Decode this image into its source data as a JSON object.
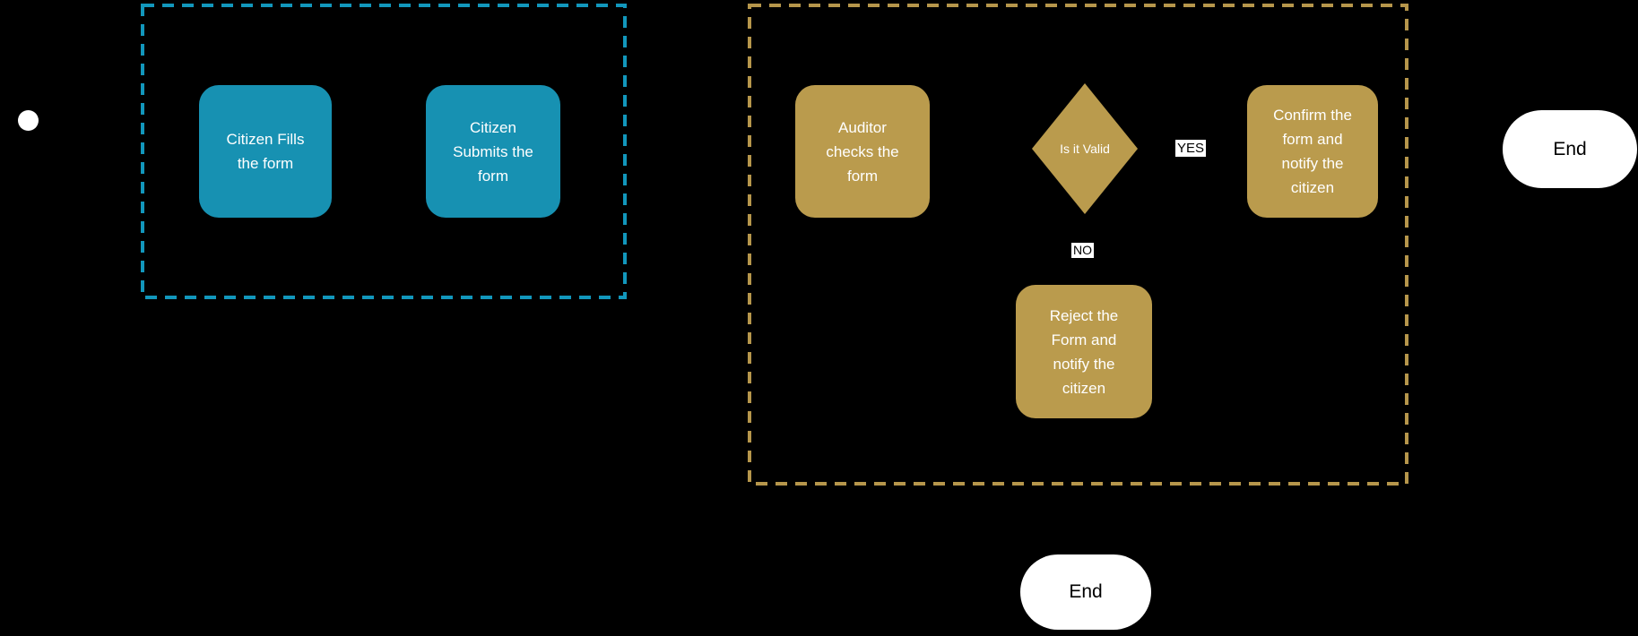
{
  "diagram": {
    "background": "#000000",
    "lanes": [
      {
        "id": "citizen-lane",
        "color": "#1297BC"
      },
      {
        "id": "auditor-lane",
        "color": "#B6964B"
      }
    ],
    "node_colors": {
      "citizen_task": "#1791B2",
      "auditor_task": "#BA9B4D",
      "event_fill": "#FFFFFF",
      "task_text": "#FFFFFF",
      "chip_bg": "#FFFFFF",
      "chip_text": "#000000"
    },
    "tasks": {
      "fill": {
        "label": "Citizen Fills\nthe form"
      },
      "submit": {
        "label": "Citizen\nSubmits the\nform"
      },
      "audit": {
        "label": "Auditor\nchecks the\nform"
      },
      "confirm": {
        "label": "Confirm the\nform and\nnotify the\ncitizen"
      },
      "reject": {
        "label": "Reject the\nForm and\nnotify the\ncitizen"
      }
    },
    "gateway": {
      "label": "Is it Valid"
    },
    "branch_labels": {
      "yes": "YES",
      "no": "NO"
    },
    "end_events": {
      "right": {
        "label": "End"
      },
      "bottom": {
        "label": "End"
      }
    }
  }
}
